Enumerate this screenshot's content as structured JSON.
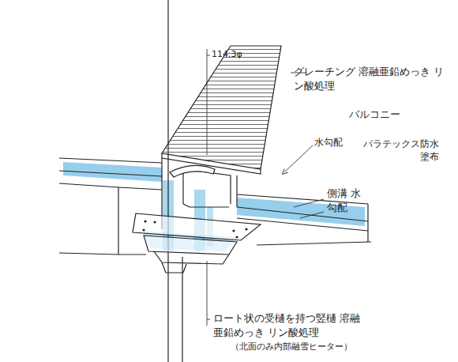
{
  "diagram": {
    "labels": [
      "114.3φ",
      "グレーチング 溶融亜鉛めっき リン酸処理",
      "バルコニー",
      "水勾配",
      "パラテックス防水 塗布",
      "側溝 水勾配",
      "ロート状の受樋を持つ竪樋 溶融亜鉛めっき リン酸処理",
      "（北面のみ内部融雪ヒーター）"
    ]
  }
}
